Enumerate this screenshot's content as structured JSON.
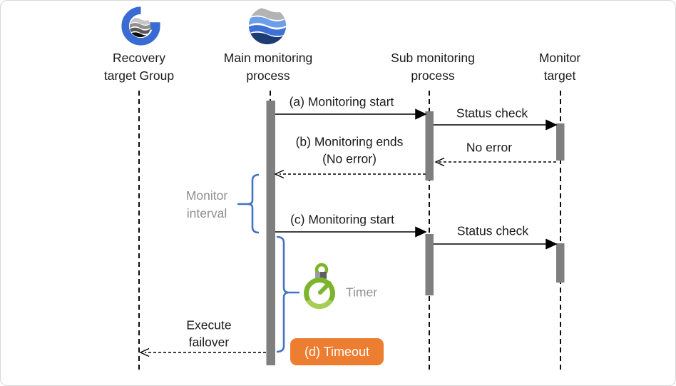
{
  "lifelines": [
    {
      "label": "Recovery\ntarget Group",
      "icon": "recovery-group-logo-icon"
    },
    {
      "label": "Main monitoring\nprocess",
      "icon": "monitoring-waves-logo-icon"
    },
    {
      "label": "Sub monitoring\nprocess"
    },
    {
      "label": "Monitor\ntarget"
    }
  ],
  "messages": [
    {
      "label": "(a) Monitoring start",
      "from": "Main monitoring process",
      "to": "Sub monitoring process",
      "line": "solid"
    },
    {
      "label": "Status check",
      "from": "Sub monitoring process",
      "to": "Monitor target",
      "line": "solid"
    },
    {
      "label": "No error",
      "from": "Monitor target",
      "to": "Sub monitoring process",
      "line": "dashed"
    },
    {
      "label": "(b) Monitoring ends\n(No error)",
      "from": "Sub monitoring process",
      "to": "Main monitoring process",
      "line": "dashed"
    },
    {
      "label": "(c) Monitoring start",
      "from": "Main monitoring process",
      "to": "Sub monitoring process",
      "line": "solid"
    },
    {
      "label": "Status check",
      "from": "Sub monitoring process",
      "to": "Monitor target",
      "line": "solid"
    },
    {
      "label": "Execute\nfailover",
      "from": "Main monitoring process",
      "to": "Recovery target Group",
      "line": "dashed"
    }
  ],
  "annotations": {
    "monitor_interval": "Monitor\ninterval",
    "timer": "Timer",
    "timeout_badge": "(d) Timeout"
  },
  "icons": {
    "timer": "stopwatch-icon",
    "recovery_group": "recovery-group-logo-icon",
    "main_process": "monitoring-waves-logo-icon"
  },
  "colors": {
    "brace_blue": "#4472C4",
    "badge_orange": "#ED7D31",
    "timer_green": "#7CB42E",
    "timer_green_light": "#A6CE55",
    "activation_bar_gray": "#7F7F7F",
    "annotation_text_gray": "#8F8F8F",
    "logo_blue": "#3A6BD3",
    "logo_navy": "#1E3C74"
  }
}
